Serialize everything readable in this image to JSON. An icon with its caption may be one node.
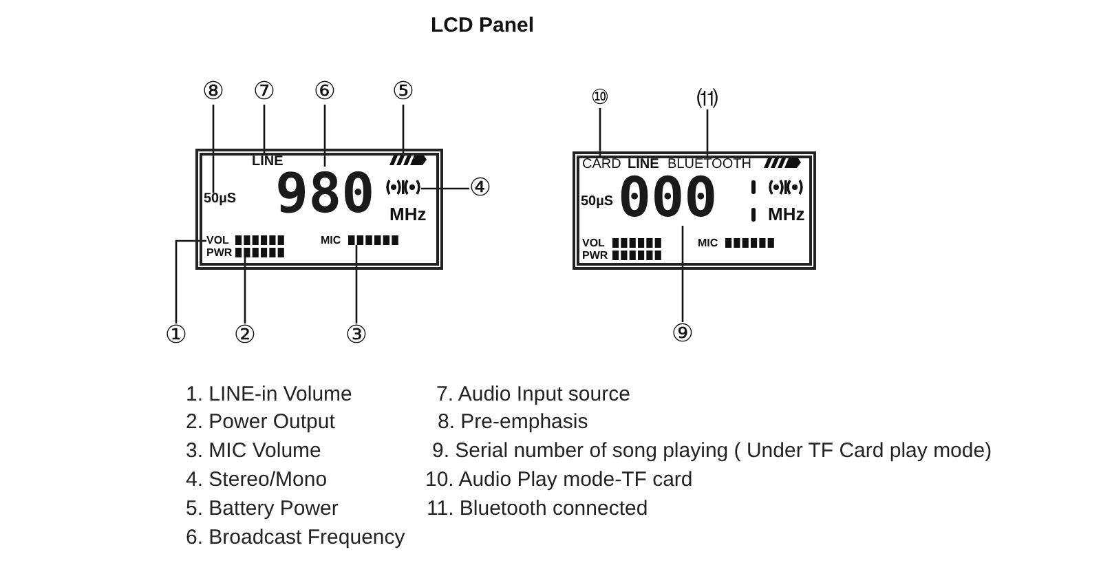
{
  "diagram": {
    "title": "LCD Panel",
    "nodes": [
      {
        "text": [
          "MHz",
          "PWR",
          "MIC"
        ]
      },
      {
        "text": [
          "LINE"
        ],
        "in": 0
      },
      {
        "text": [
          "50µS"
        ],
        "in": 0
      },
      {
        "text": [
          "980"
        ],
        "in": 0
      },
      {
        "text": [],
        "shape": "picture",
        "in": 0
      },
      {
        "text": [],
        "shape": "picture",
        "in": 0
      },
      {
        "text": [
          "VOL"
        ],
        "in": 0
      },
      {
        "text": [],
        "shape": "bar",
        "in": 0
      },
      {
        "text": [],
        "shape": "bar",
        "in": 0
      },
      {
        "text": [
          "⑧"
        ]
      },
      {
        "text": [
          "⑦"
        ]
      },
      {
        "text": [
          "⑥"
        ]
      },
      {
        "text": [
          "⑤"
        ]
      },
      {
        "text": [
          "④"
        ]
      },
      {
        "text": [
          "①"
        ]
      },
      {
        "text": [
          "②"
        ]
      },
      {
        "text": [
          "③"
        ]
      },
      {
        "text": [
          "LINE",
          "50µS",
          "MHz",
          "VOL",
          "PWR",
          "MIC"
        ]
      },
      {
        "text": [
          "CARD"
        ],
        "in": 17
      },
      {
        "text": [
          "BLUETOOTH"
        ],
        "in": 17
      },
      {
        "text": [
          "000"
        ],
        "in": 17
      },
      {
        "text": [
          "⑩"
        ]
      },
      {
        "text": [
          "⑾"
        ]
      },
      {
        "text": [
          "⑨"
        ]
      }
    ],
    "edges": [
      {
        "from": 9,
        "to": 2,
        "arrow": "none"
      },
      {
        "from": 10,
        "to": 1,
        "arrow": "none"
      },
      {
        "from": 11,
        "to": 3,
        "arrow": "none"
      },
      {
        "from": 12,
        "to": 4,
        "arrow": "none"
      },
      {
        "from": 13,
        "to": 5,
        "arrow": "none"
      },
      {
        "from": 14,
        "to": 6,
        "arrow": "none"
      },
      {
        "from": 15,
        "to": 7,
        "arrow": "none"
      },
      {
        "from": 16,
        "to": 8,
        "arrow": "none"
      },
      {
        "from": 21,
        "to": 18,
        "arrow": "none"
      },
      {
        "from": 22,
        "to": 19,
        "arrow": "none"
      },
      {
        "from": 23,
        "to": 20,
        "arrow": "none"
      }
    ],
    "labels": [
      "1. LINE-in Volume",
      "2. Power Output",
      "3. MIC Volume",
      "4. Stereo/Mono",
      "5. Battery Power",
      "6. Broadcast Frequency",
      "7. Audio Input source",
      "8. Pre-emphasis",
      "9. Serial number of song playing ( Under TF Card play mode)",
      "10. Audio Play mode-TF card",
      "11. Bluetooth connected"
    ]
  }
}
